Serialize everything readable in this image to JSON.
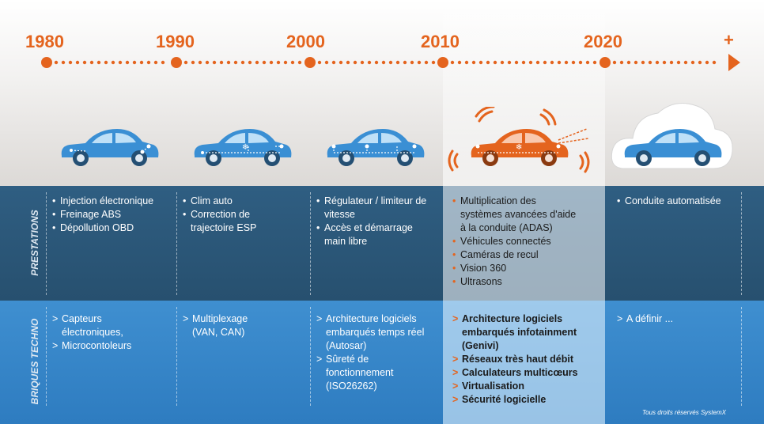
{
  "timeline": {
    "years": [
      "1980",
      "1990",
      "2000",
      "2010",
      "2020"
    ],
    "end_marker": "+",
    "color": "#e4641e"
  },
  "rows": {
    "prestations_label": "PRESTATIONS",
    "briques_label": "BRIQUES TECHNO"
  },
  "columns": [
    {
      "prestations": [
        "Injection électronique",
        "Freinage ABS",
        "Dépollution OBD"
      ],
      "briques": [
        "Capteurs électroniques,",
        "Microcontoleurs"
      ]
    },
    {
      "prestations": [
        "Clim auto",
        "Correction de trajectoire ESP"
      ],
      "briques": [
        "Multiplexage (VAN, CAN)"
      ]
    },
    {
      "prestations": [
        "Régulateur / limiteur de vitesse",
        "Accès et démarrage main libre"
      ],
      "briques": [
        "Architecture logiciels embarqués temps réel (Autosar)",
        "Sûreté de fonctionnement (ISO26262)"
      ]
    },
    {
      "prestations": [
        "Multiplication des systèmes avancées d'aide à la conduite (ADAS)",
        "Véhicules connectés",
        "Caméras de recul",
        "Vision 360",
        "Ultrasons"
      ],
      "briques": [
        "Architecture logiciels embarqués infotainment (Genivi)",
        "Réseaux très haut débit",
        "Calculateurs multicœurs",
        "Virtualisation",
        "Sécurité logicielle"
      ]
    },
    {
      "prestations": [
        "Conduite automatisée"
      ],
      "briques": [
        "A définir ..."
      ]
    }
  ],
  "copyright": "Tous droits réservés SystemX",
  "colors": {
    "car_blue": "#3a8fd4",
    "car_orange": "#e4641e",
    "prestations_bg": "#2f5e82",
    "briques_bg": "#3f8fd0"
  }
}
